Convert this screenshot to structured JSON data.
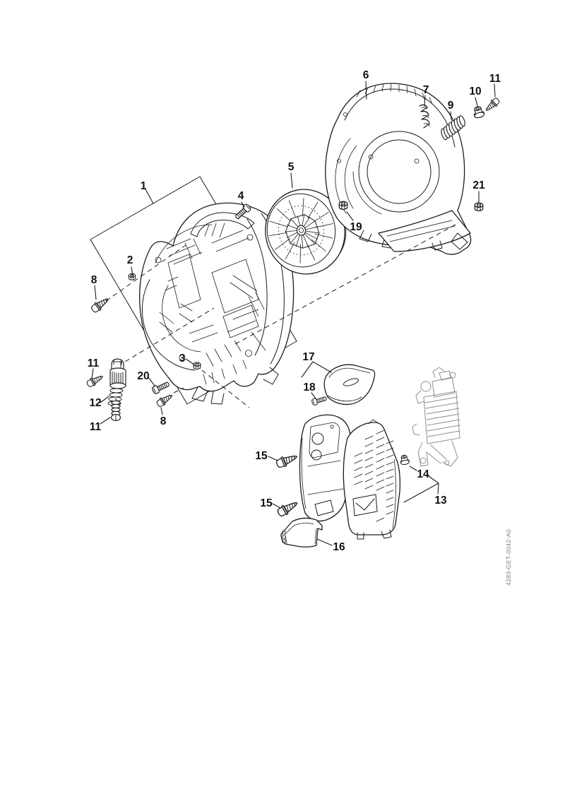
{
  "page": {
    "background": "#ffffff"
  },
  "diagram": {
    "type": "exploded-parts-diagram",
    "drawing_number": "4283-GET-0042-A0",
    "line_color": "#1c1c1c",
    "reference_part_color": "#8f8f8f",
    "callouts": [
      {
        "label": "1"
      },
      {
        "label": "2"
      },
      {
        "label": "3"
      },
      {
        "label": "4"
      },
      {
        "label": "5"
      },
      {
        "label": "6"
      },
      {
        "label": "7"
      },
      {
        "label": "8"
      },
      {
        "label": "8"
      },
      {
        "label": "9"
      },
      {
        "label": "10"
      },
      {
        "label": "11"
      },
      {
        "label": "11"
      },
      {
        "label": "11"
      },
      {
        "label": "12"
      },
      {
        "label": "13"
      },
      {
        "label": "14"
      },
      {
        "label": "15"
      },
      {
        "label": "15"
      },
      {
        "label": "16"
      },
      {
        "label": "17"
      },
      {
        "label": "18"
      },
      {
        "label": "19"
      },
      {
        "label": "20"
      },
      {
        "label": "21"
      }
    ]
  }
}
